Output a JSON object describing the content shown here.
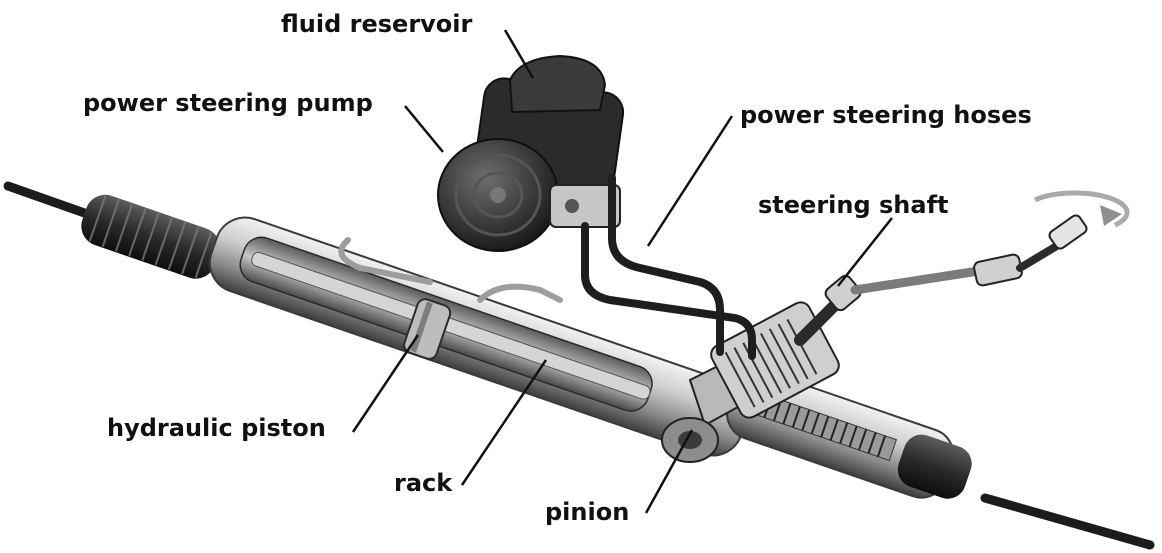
{
  "labels": {
    "fluid_reservoir": "fluid reservoir",
    "power_steering_pump": "power steering pump",
    "power_steering_hoses": "power steering hoses",
    "steering_shaft": "steering shaft",
    "hydraulic_piston": "hydraulic piston",
    "rack": "rack",
    "pinion": "pinion"
  },
  "colors": {
    "metal_light": "#d9d9d9",
    "metal_mid": "#a8a8a8",
    "metal_dark": "#4a4a4a",
    "rubber": "#2a2a2a",
    "ink": "#111111"
  }
}
